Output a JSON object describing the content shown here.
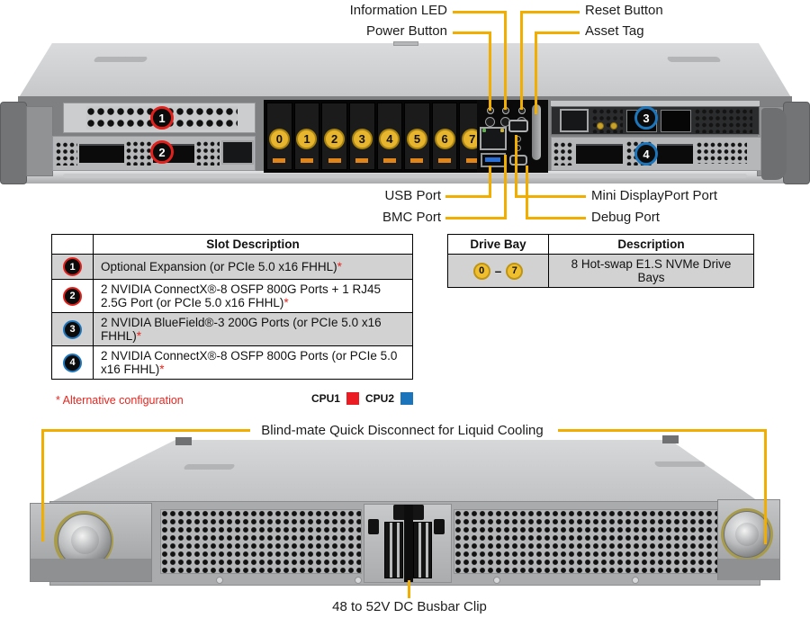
{
  "front_view": {
    "callouts": {
      "information_led": "Information LED",
      "power_button": "Power Button",
      "reset_button": "Reset Button",
      "asset_tag": "Asset Tag",
      "usb_port": "USB Port",
      "bmc_port": "BMC Port",
      "mini_displayport": "Mini DisplayPort Port",
      "debug_port": "Debug Port"
    },
    "slot_badges": [
      "1",
      "2",
      "3",
      "4"
    ],
    "drive_bay_numbers": [
      "0",
      "1",
      "2",
      "3",
      "4",
      "5",
      "6",
      "7"
    ]
  },
  "slot_table": {
    "header": "Slot Description",
    "rows": [
      {
        "badge": "1",
        "ring": "#E3211C",
        "text": "Optional Expansion (or PCIe 5.0 x16 FHHL)",
        "marker": "*"
      },
      {
        "badge": "2",
        "ring": "#E3211C",
        "text": "2 NVIDIA ConnectX®-8 OSFP 800G Ports + 1 RJ45 2.5G Port (or PCIe 5.0 x16 FHHL)",
        "marker": "*"
      },
      {
        "badge": "3",
        "ring": "#1D76BC",
        "text": "2 NVIDIA BlueField®-3 200G Ports (or PCIe 5.0 x16 FHHL)",
        "marker": "*"
      },
      {
        "badge": "4",
        "ring": "#1D76BC",
        "text": "2 NVIDIA ConnectX®-8 OSFP 800G Ports (or PCIe 5.0 x16 FHHL)",
        "marker": "*"
      }
    ],
    "footnote": "* Alternative configuration",
    "legend": [
      {
        "label": "CPU1",
        "color": "#EC1C24"
      },
      {
        "label": "CPU2",
        "color": "#1C75BB"
      }
    ]
  },
  "drive_table": {
    "col1_header": "Drive Bay",
    "col2_header": "Description",
    "bay_from": "0",
    "bay_dash": "–",
    "bay_to": "7",
    "description": "8 Hot-swap E1.S NVMe Drive Bays"
  },
  "rear_view": {
    "cooling_label": "Blind-mate Quick Disconnect for Liquid Cooling",
    "busbar_label": "48 to 52V DC Busbar Clip"
  },
  "colors": {
    "callout_line": "#F2AE00",
    "cpu1": "#EC1C24",
    "cpu2": "#1C75BB",
    "bay_circle": "#E8B52E",
    "row_shade": "#D2D2D2"
  }
}
